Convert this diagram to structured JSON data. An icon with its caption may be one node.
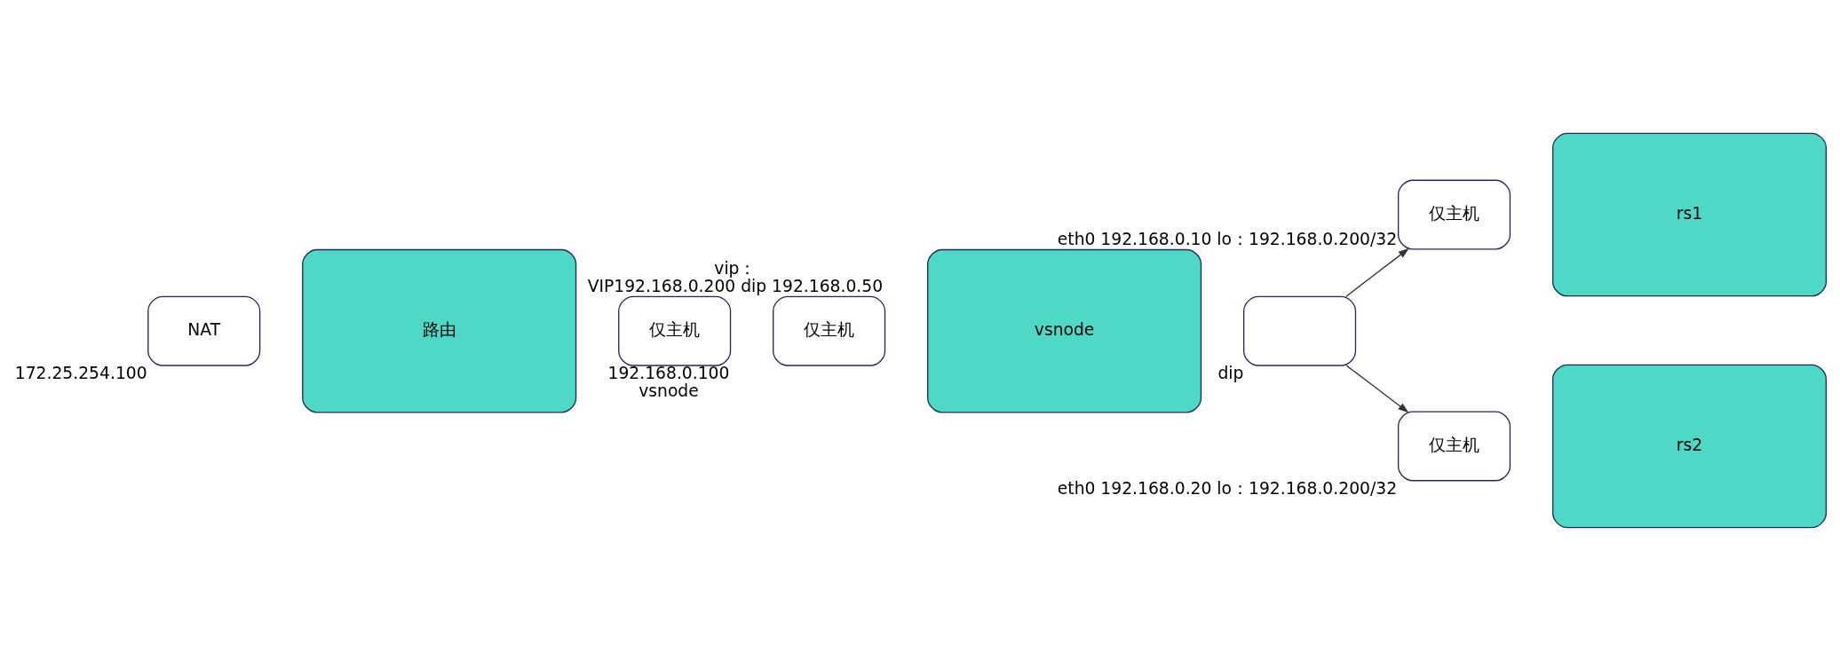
{
  "diagram": {
    "nodes": [
      {
        "text": [
          "NAT"
        ],
        "beside": [
          "172.25.254.100"
        ]
      },
      {
        "text": [
          "路由"
        ]
      },
      {
        "text": [
          "仅主机"
        ],
        "beside": [
          "192.168.0.100",
          "vsnode"
        ]
      },
      {
        "text": [
          "仅主机"
        ],
        "beside": [
          "vip：",
          "VIP192.168.0.200 dip 192.168.0.50"
        ]
      },
      {
        "text": [
          "vsnode"
        ]
      },
      {
        "text": [],
        "shape": "box",
        "beside": [
          "dip"
        ]
      },
      {
        "text": [
          "仅主机"
        ],
        "beside": [
          "eth0 192.168.0.10 lo：192.168.0.200/32"
        ]
      },
      {
        "text": [
          "rs1"
        ]
      },
      {
        "text": [
          "仅主机"
        ],
        "beside": [
          "eth0 192.168.0.20 lo：192.168.0.200/32"
        ]
      },
      {
        "text": [
          "rs2"
        ]
      }
    ],
    "edges": [
      {
        "from": 5,
        "to": 6,
        "arrow": "to"
      },
      {
        "from": 5,
        "to": 8,
        "arrow": "to"
      }
    ]
  }
}
